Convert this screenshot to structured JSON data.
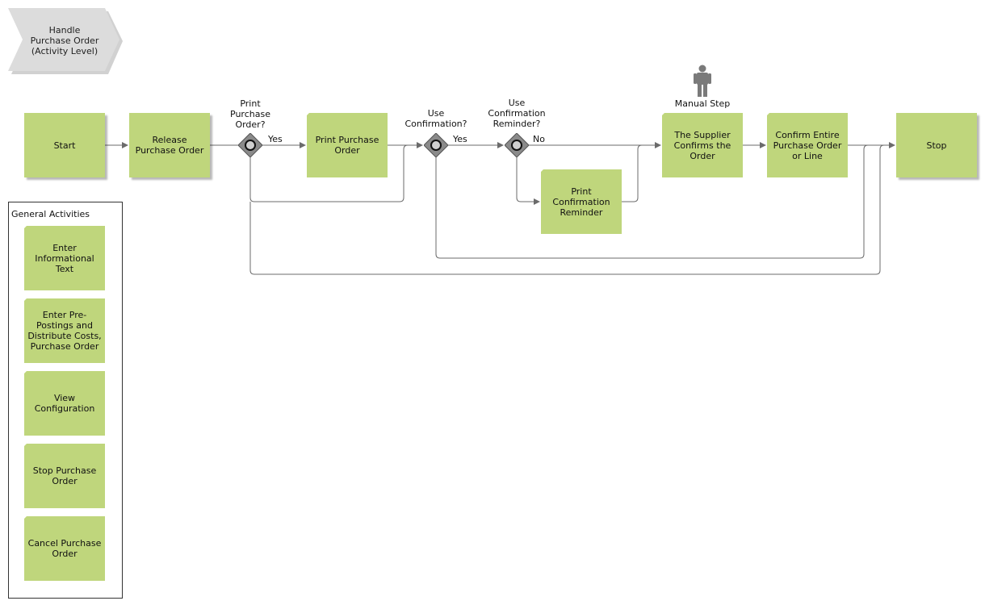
{
  "diagram": {
    "header": {
      "title": "Handle\nPurchase Order\n(Activity Level)"
    },
    "process": {
      "start": "Start",
      "release": "Release\nPurchase Order",
      "print_po": "Print Purchase\nOrder",
      "print_reminder": "Print\nConfirmation\nReminder",
      "supplier_confirms": "The Supplier\nConfirms the\nOrder",
      "confirm_entire": "Confirm Entire\nPurchase Order\nor Line",
      "stop": "Stop"
    },
    "gateways": {
      "print_po_q": "Print\nPurchase\nOrder?",
      "use_confirmation_q": "Use\nConfirmation?",
      "use_reminder_q": "Use\nConfirmation\nReminder?"
    },
    "edge_labels": {
      "yes_1": "Yes",
      "yes_2": "Yes",
      "no_1": "No"
    },
    "role": {
      "label": "Manual Step",
      "icon": "person-icon"
    },
    "general_activities": {
      "title": "General Activities",
      "items": [
        "Enter\nInformational\nText",
        "Enter Pre-\nPostings and\nDistribute Costs,\nPurchase Order",
        "View\nConfiguration",
        "Stop Purchase\nOrder",
        "Cancel Purchase\nOrder"
      ]
    },
    "colors": {
      "activity_fill": "#bfd67c",
      "gateway_fill": "#8a8a8a",
      "connector": "#6b6b6b",
      "header_fill": "#dcdcdc"
    }
  }
}
